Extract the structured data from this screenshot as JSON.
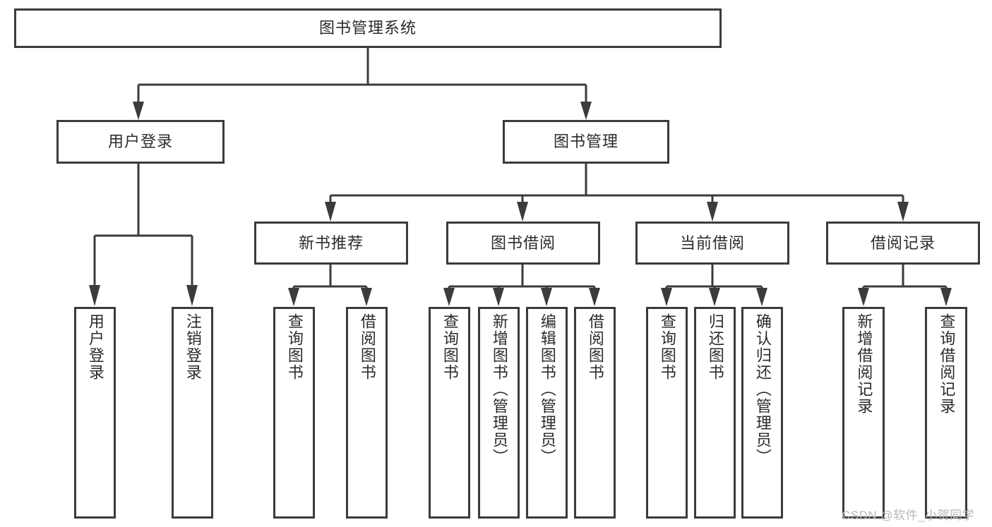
{
  "diagram": {
    "title": "图书管理系统",
    "type": "tree-hierarchy",
    "watermark": "CSDN @软件_小贺同学",
    "colors": {
      "stroke": "#3b3b3b",
      "background": "#ffffff",
      "text": "#2b2b2b",
      "watermark": "#b9b9b9"
    },
    "root": {
      "label": "图书管理系统"
    },
    "level2": [
      {
        "label": "用户登录"
      },
      {
        "label": "图书管理"
      }
    ],
    "level3": [
      {
        "label": "新书推荐"
      },
      {
        "label": "图书借阅"
      },
      {
        "label": "当前借阅"
      },
      {
        "label": "借阅记录"
      }
    ],
    "leaves": {
      "user_login": [
        {
          "label": "用户登录"
        },
        {
          "label": "注销登录"
        }
      ],
      "new_book_recommend": [
        {
          "label": "查询图书"
        },
        {
          "label": "借阅图书"
        }
      ],
      "book_borrow": [
        {
          "label": "查询图书"
        },
        {
          "label": "新增图书（管理员）"
        },
        {
          "label": "编辑图书（管理员）"
        },
        {
          "label": "借阅图书"
        }
      ],
      "current_borrow": [
        {
          "label": "查询图书"
        },
        {
          "label": "归还图书"
        },
        {
          "label": "确认归还（管理员）"
        }
      ],
      "borrow_record": [
        {
          "label": "新增借阅记录"
        },
        {
          "label": "查询借阅记录"
        }
      ]
    }
  }
}
